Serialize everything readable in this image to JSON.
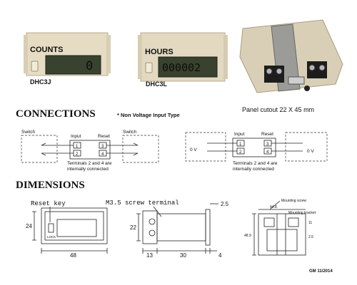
{
  "photos": {
    "counter": {
      "face_label": "COUNTS",
      "model": "DHC3J",
      "display": "0"
    },
    "hours": {
      "face_label": "HOURS",
      "model": "DHC3L",
      "display": "000002"
    }
  },
  "panel_cutout": "Panel cutout 22 X 45 mm",
  "connections": {
    "heading": "CONNECTIONS",
    "note": "* Non Voltage Input Type",
    "left": {
      "switch_left": "Switch",
      "input": "Input",
      "reset": "Reset",
      "switch_right": "Switch",
      "terminals": [
        "1",
        "2",
        "3",
        "4"
      ],
      "footnote_line1": "Terminals 2 and 4 are",
      "footnote_line2": "internally connected"
    },
    "right": {
      "input": "Input",
      "reset": "Reset",
      "v_left": "0 V",
      "v_right": "0 V",
      "terminals": [
        "1",
        "2",
        "3",
        "4"
      ],
      "footnote_line1": "Terminals 2 and 4 are",
      "footnote_line2": "internally connected"
    }
  },
  "dimensions": {
    "heading": "DIMENSIONS",
    "reset_key": "Reset key",
    "lock": "LOCK",
    "screw_terminal": "M3.5 screw terminal",
    "front_height": "24",
    "front_width": "48",
    "side_height": "22",
    "side_depth_a": "13",
    "side_depth_b": "30",
    "side_depth_c": "4",
    "side_top": "2.5",
    "mounting_screw": "Mounting screw",
    "mounting_bracket": "Mounting kracket",
    "rear_width": "44.8",
    "rear_height": "48.9",
    "rear_a": "11",
    "rear_b": "2.5"
  },
  "signature": "GM 11/2014"
}
